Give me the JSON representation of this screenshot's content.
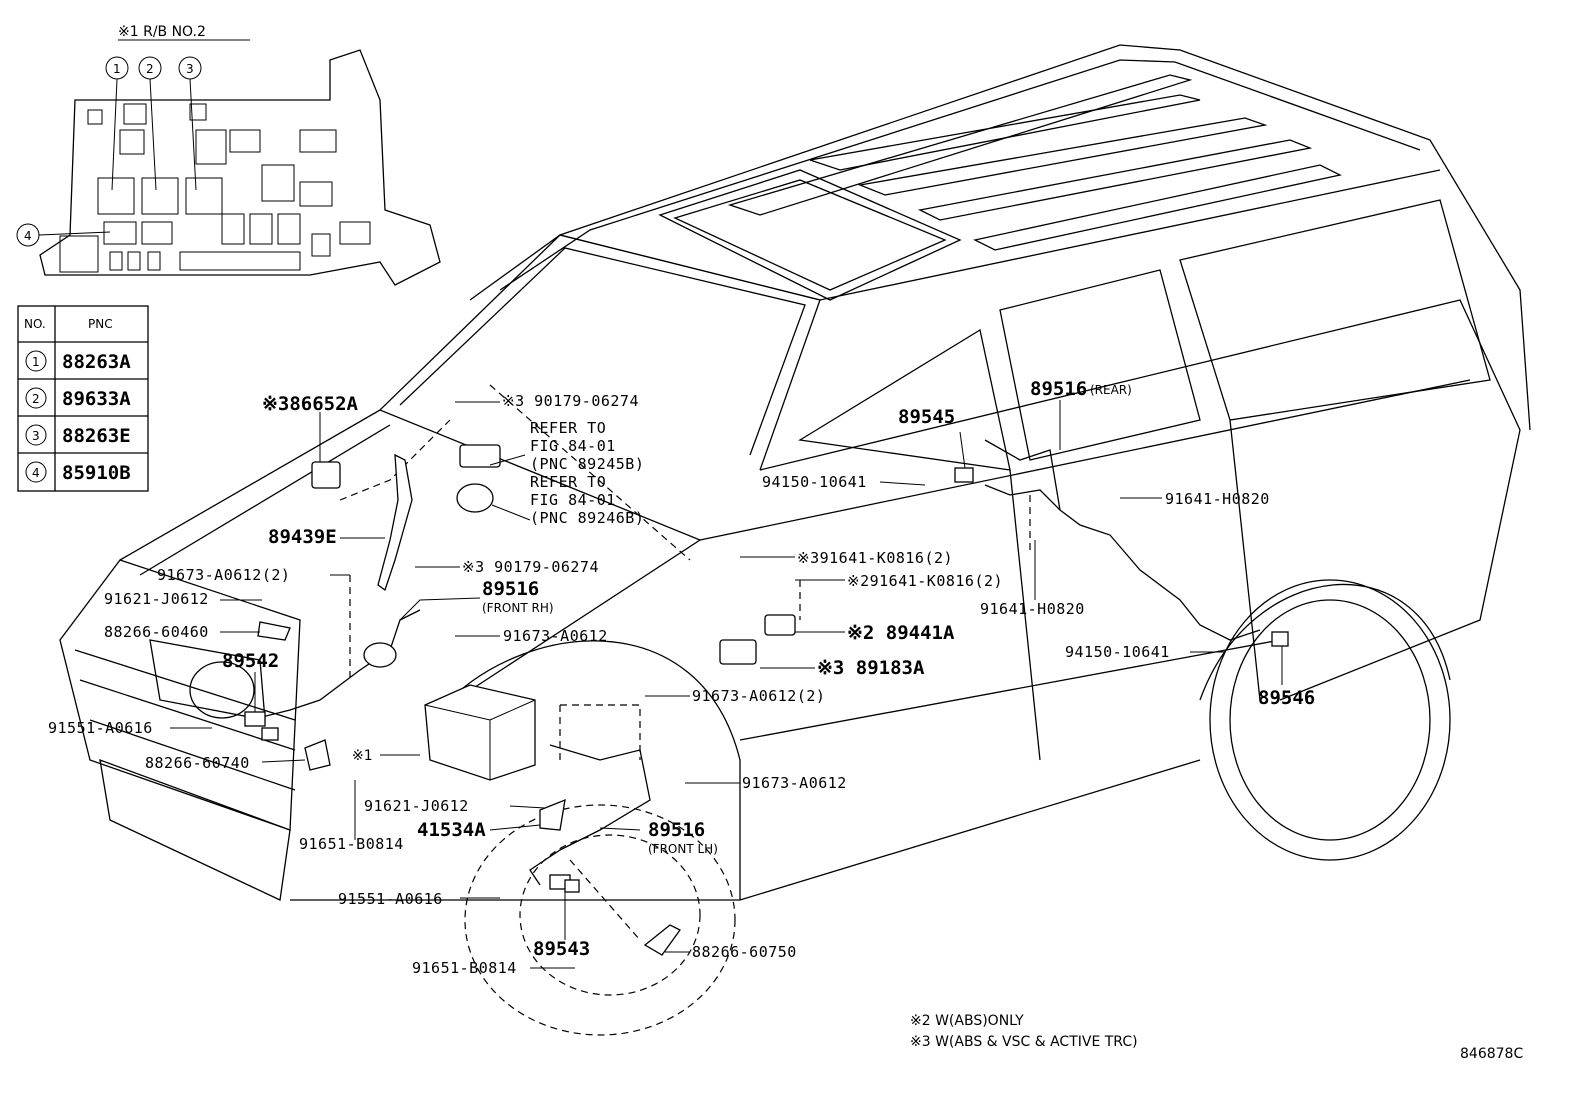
{
  "relay_block": {
    "title": "※1  R/B NO.2",
    "positions": [
      "1",
      "2",
      "3",
      "4"
    ]
  },
  "pnc_table": {
    "headers": [
      "NO.",
      "PNC"
    ],
    "rows": [
      {
        "no": "1",
        "pnc": "88263A"
      },
      {
        "no": "2",
        "pnc": "89633A"
      },
      {
        "no": "3",
        "pnc": "88263E"
      },
      {
        "no": "4",
        "pnc": "85910B"
      }
    ]
  },
  "labels": {
    "p86652A": "※386652A",
    "p90179_a": "※3 90179-06274",
    "refer1": [
      "REFER TO",
      "FIG 84-01",
      "(PNC 89245B)"
    ],
    "refer2": [
      "REFER TO",
      "FIG 84-01",
      "(PNC 89246B)"
    ],
    "p89439E": "89439E",
    "p90179_b": "※3 90179-06274",
    "p91673_2a": "91673-A0612(2)",
    "p91621_a": "91621-J0612",
    "p88266_60460": "88266-60460",
    "p89542": "89542",
    "p89516_frh": "89516",
    "frh": "(FRONT RH)",
    "p91673_a": "91673-A0612",
    "p91551_a": "91551-A0616",
    "p88266_60740": "88266-60740",
    "x1": "※1",
    "p91673_2b": "91673-A0612(2)",
    "p91673_b": "91673-A0612",
    "p91621_b": "91621-J0612",
    "p41534A": "41534A",
    "p89516_flh": "89516",
    "flh": "(FRONT LH)",
    "p91651_a": "91651-B0814",
    "p91551_b": "91551-A0616",
    "p89543": "89543",
    "p88266_60750": "88266-60750",
    "p91651_b": "91651-B0814",
    "p89545": "89545",
    "p89516_rear": "89516",
    "rear": "(REAR)",
    "p94150_a": "94150-10641",
    "p91641_h_a": "91641-H0820",
    "p91641_k_a": "※391641-K0816(2)",
    "p91641_k_b": "※291641-K0816(2)",
    "p89441A": "※2 89441A",
    "p89183A": "※3 89183A",
    "p91641_h_b": "91641-H0820",
    "p94150_b": "94150-10641",
    "p89546": "89546"
  },
  "notes": {
    "n2": "※2  W(ABS)ONLY",
    "n3": "※3  W(ABS & VSC & ACTIVE TRC)"
  },
  "figure_id": "846878C"
}
